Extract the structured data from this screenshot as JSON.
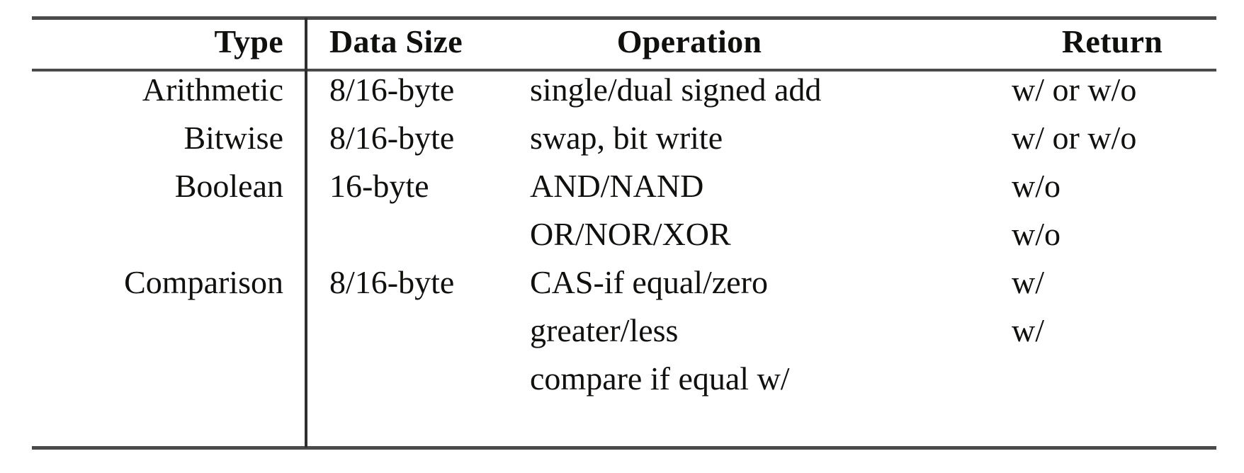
{
  "table": {
    "caption": "",
    "columns": [
      {
        "key": "type",
        "label": "Type",
        "align": "right"
      },
      {
        "key": "data_size",
        "label": "Data Size",
        "align": "left"
      },
      {
        "key": "operation",
        "label": "Operation",
        "align": "left"
      },
      {
        "key": "return",
        "label": "Return",
        "align": "left"
      }
    ],
    "rows": [
      {
        "type": "Arithmetic",
        "data_size": "8/16-byte",
        "operation": "single/dual signed add",
        "return": "w/ or w/o"
      },
      {
        "type": "Bitwise",
        "data_size": "8/16-byte",
        "operation": "swap, bit write",
        "return": "w/ or w/o"
      },
      {
        "type": "Boolean",
        "data_size": "16-byte",
        "operation": "AND/NAND",
        "return": "w/o"
      },
      {
        "type": "",
        "data_size": "",
        "operation": "OR/NOR/XOR",
        "return": "w/o"
      },
      {
        "type": "Comparison",
        "data_size": "8/16-byte",
        "operation": "CAS-if equal/zero",
        "return": "w/"
      },
      {
        "type": "",
        "data_size": "",
        "operation": "greater/less",
        "return": "w/"
      },
      {
        "type": "",
        "data_size": "",
        "operation": "compare if equal w/",
        "return": ""
      }
    ],
    "style": {
      "rule_color": "#4a4a4a",
      "divider_color": "#2e2e2e",
      "text_color": "#10100f",
      "background": "#ffffff"
    }
  }
}
